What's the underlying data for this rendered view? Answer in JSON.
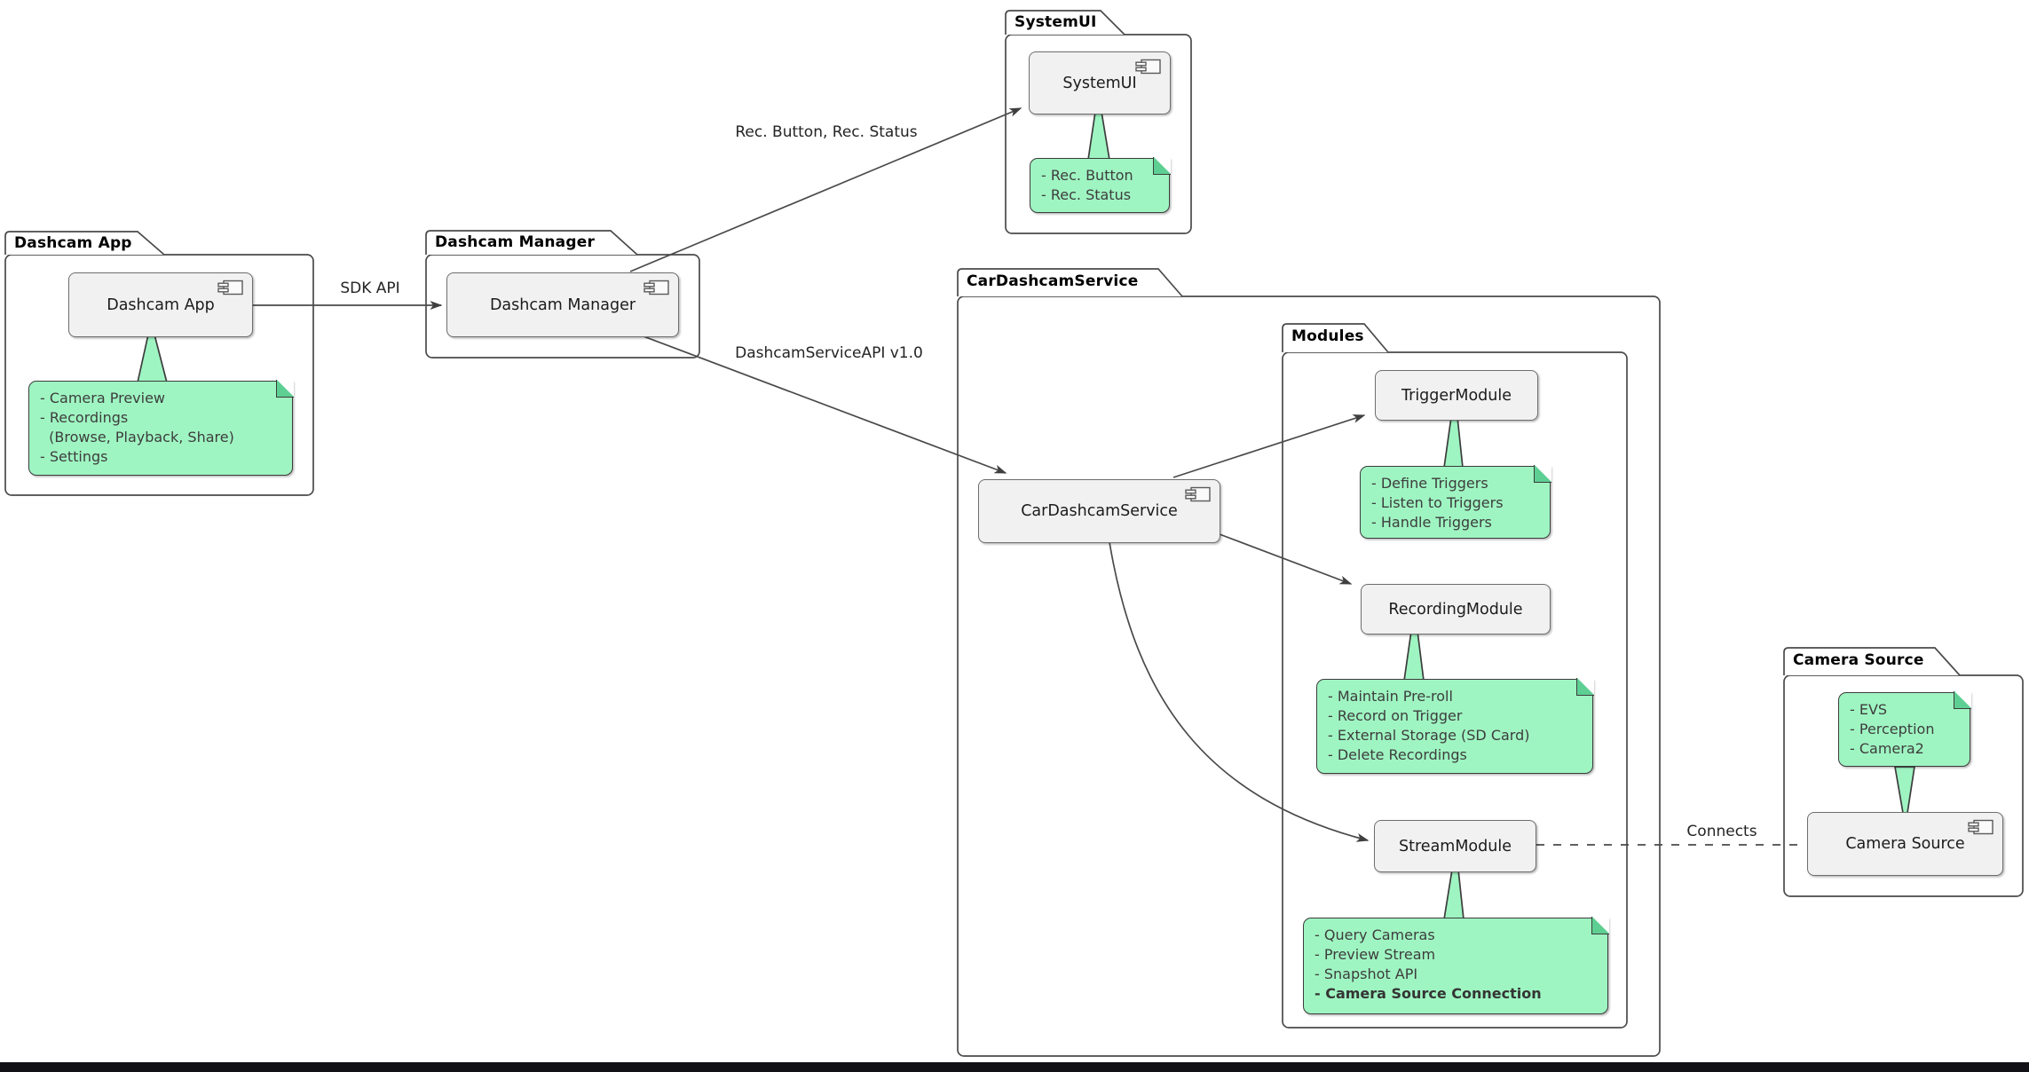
{
  "packages": {
    "dashcam_app": {
      "title": "Dashcam App"
    },
    "dashcam_manager": {
      "title": "Dashcam Manager"
    },
    "systemui": {
      "title": "SystemUI"
    },
    "car_dashcam_service": {
      "title": "CarDashcamService"
    },
    "modules": {
      "title": "Modules"
    },
    "camera_source": {
      "title": "Camera Source"
    }
  },
  "components": {
    "dashcam_app": "Dashcam App",
    "dashcam_manager": "Dashcam Manager",
    "systemui": "SystemUI",
    "car_dashcam_service": "CarDashcamService",
    "trigger_module": "TriggerModule",
    "recording_module": "RecordingModule",
    "stream_module": "StreamModule",
    "camera_source": "Camera Source"
  },
  "notes": {
    "dashcam_app": [
      "- Camera Preview",
      "- Recordings",
      "  (Browse, Playback, Share)",
      "- Settings"
    ],
    "systemui": [
      "- Rec. Button",
      "- Rec. Status"
    ],
    "trigger_module": [
      "- Define Triggers",
      "- Listen to Triggers",
      "- Handle Triggers"
    ],
    "recording_module": [
      "- Maintain Pre-roll",
      "- Record on Trigger",
      "- External Storage (SD Card)",
      "- Delete Recordings"
    ],
    "stream_module": [
      "- Query Cameras",
      "- Preview Stream",
      "- Snapshot API",
      "- Camera Source Connection"
    ],
    "camera_source": [
      "- EVS",
      "- Perception",
      "- Camera2"
    ]
  },
  "edge_labels": {
    "sdk_api": "SDK API",
    "rec_button_status": "Rec. Button, Rec. Status",
    "dashcam_service_api": "DashcamServiceAPI v1.0",
    "connects": "Connects"
  },
  "colors": {
    "note_fill": "#9FF5C2",
    "note_fold": "#5ECF93",
    "component_fill": "#F1F1F1",
    "line": "#4A4A4A",
    "package_border": "#4A4A4A"
  }
}
